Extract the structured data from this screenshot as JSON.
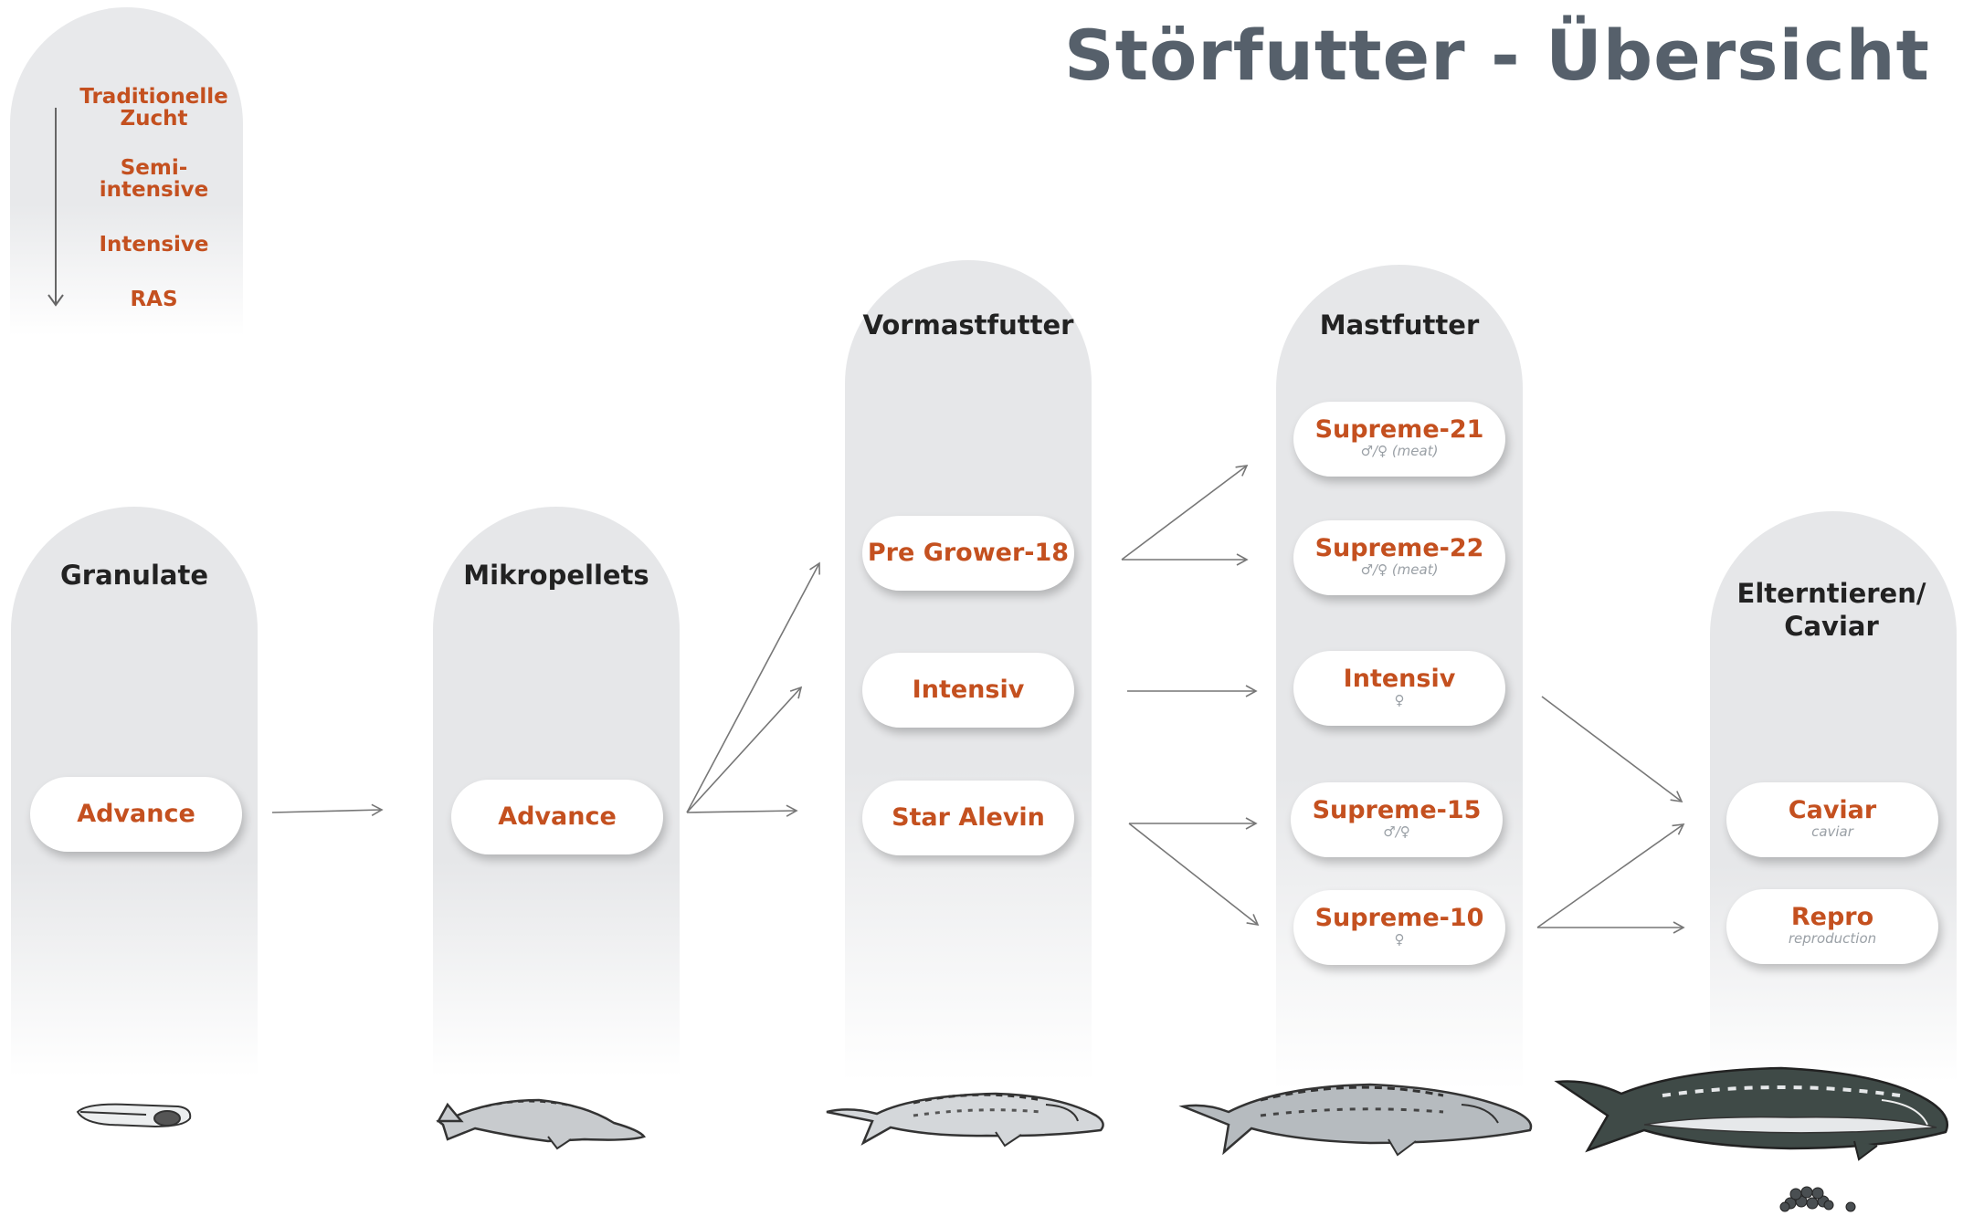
{
  "title": "Störfutter - Übersicht",
  "legend": {
    "items": [
      "Traditionelle Zucht",
      "Semi- intensive",
      "Intensive",
      "RAS"
    ]
  },
  "columns": [
    {
      "heading": "Granulate",
      "products": [
        {
          "name": "Advance",
          "note": ""
        }
      ]
    },
    {
      "heading": "Mikropellets",
      "products": [
        {
          "name": "Advance",
          "note": ""
        }
      ]
    },
    {
      "heading": "Vormastfutter",
      "products": [
        {
          "name": "Pre Grower-18",
          "note": ""
        },
        {
          "name": "Intensiv",
          "note": ""
        },
        {
          "name": "Star Alevin",
          "note": ""
        }
      ]
    },
    {
      "heading": "Mastfutter",
      "products": [
        {
          "name": "Supreme-21",
          "note": "♂/♀ (meat)"
        },
        {
          "name": "Supreme-22",
          "note": "♂/♀ (meat)"
        },
        {
          "name": "Intensiv",
          "note": "♀"
        },
        {
          "name": "Supreme-15",
          "note": "♂/♀"
        },
        {
          "name": "Supreme-10",
          "note": "♀"
        }
      ]
    },
    {
      "heading": "Elterntieren/ Caviar",
      "products": [
        {
          "name": "Caviar",
          "note": "caviar"
        },
        {
          "name": "Repro",
          "note": "reproduction"
        }
      ]
    }
  ],
  "colors": {
    "accent": "#c4501f",
    "title": "#56606b",
    "arch": "#e6e7e9",
    "arrow": "#777777",
    "fish": "#6b7075"
  }
}
